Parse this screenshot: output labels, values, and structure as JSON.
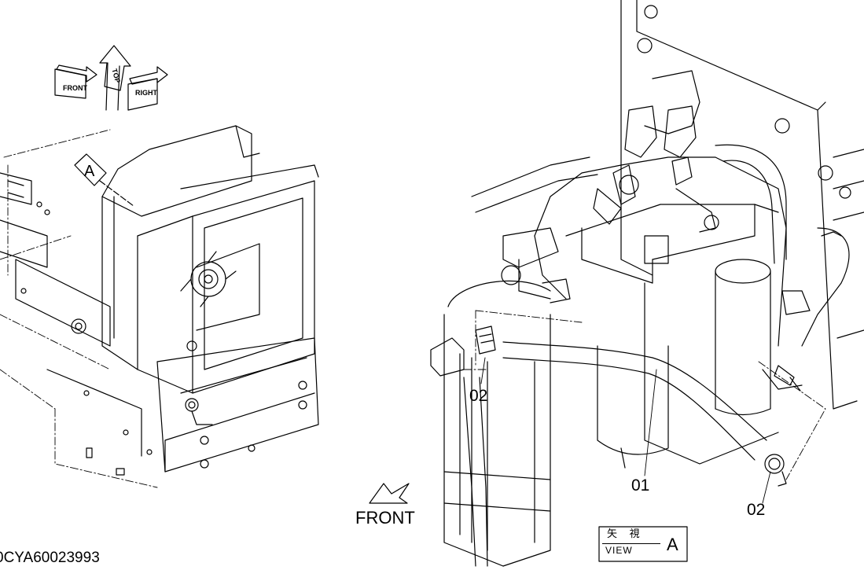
{
  "labels": {
    "part_01": "01",
    "part_02_left": "02",
    "part_02_right": "02",
    "drawing_id": "0CYA60023993",
    "front_indicator": "FRONT",
    "view_marker": {
      "japanese": "矢 視",
      "english": "VIEW",
      "letter": "A"
    },
    "callout_a": "A"
  },
  "orientation_symbol": {
    "front": "FRONT",
    "top": "TOP",
    "right": "RIGHT"
  },
  "colors": {
    "line": "#000000",
    "background": "#ffffff"
  },
  "icons": [
    "orientation-cube-icon",
    "front-arrow-icon",
    "view-a-arrow-icon"
  ]
}
